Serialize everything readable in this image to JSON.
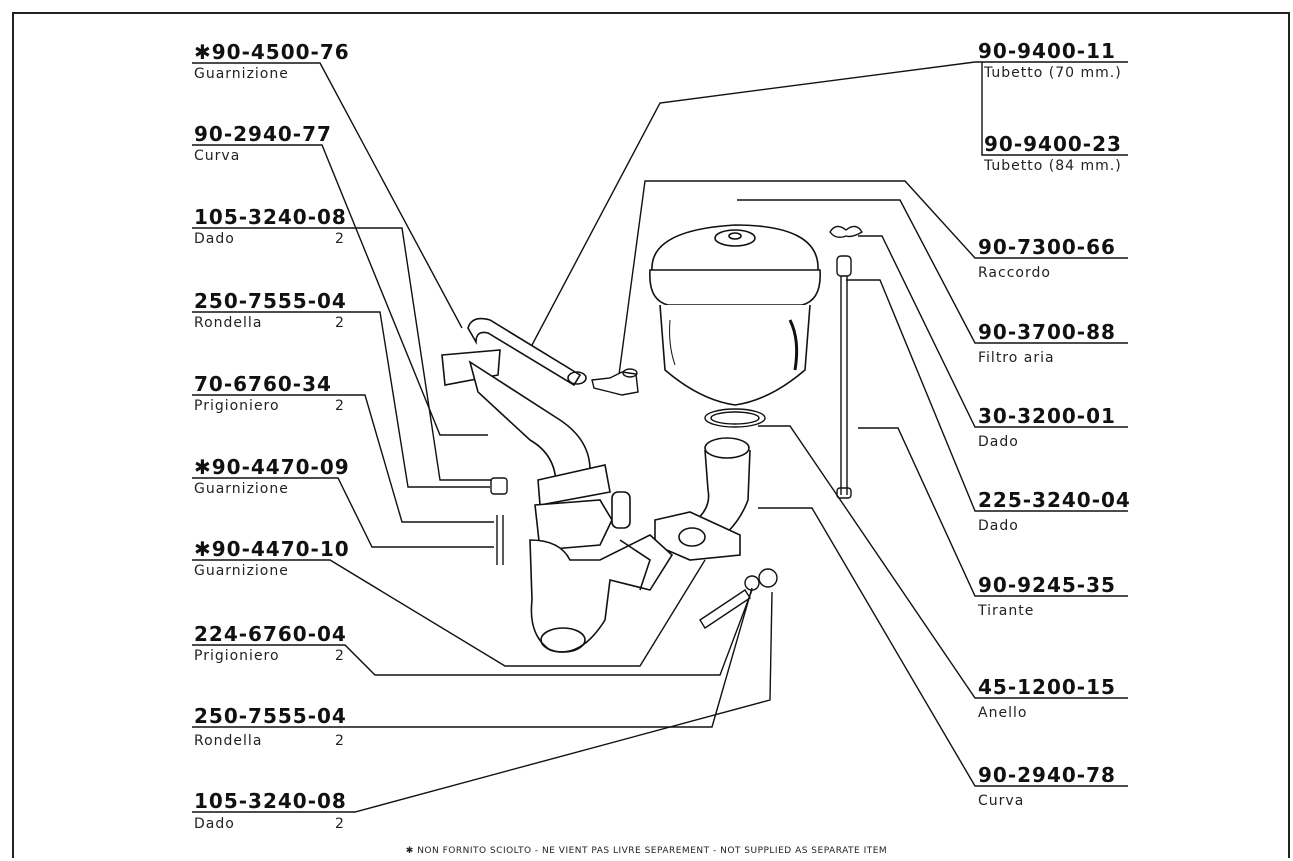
{
  "left_parts": [
    {
      "number": "✱90-4500-76",
      "name": "Guarnizione",
      "qty": ""
    },
    {
      "number": "90-2940-77",
      "name": "Curva",
      "qty": ""
    },
    {
      "number": "105-3240-08",
      "name": "Dado",
      "qty": "2"
    },
    {
      "number": "250-7555-04",
      "name": "Rondella",
      "qty": "2"
    },
    {
      "number": "70-6760-34",
      "name": "Prigioniero",
      "qty": "2"
    },
    {
      "number": "✱90-4470-09",
      "name": "Guarnizione",
      "qty": ""
    },
    {
      "number": "✱90-4470-10",
      "name": "Guarnizione",
      "qty": ""
    },
    {
      "number": "224-6760-04",
      "name": "Prigioniero",
      "qty": "2"
    },
    {
      "number": "250-7555-04",
      "name": "Rondella",
      "qty": "2"
    },
    {
      "number": "105-3240-08",
      "name": "Dado",
      "qty": "2"
    }
  ],
  "right_parts": [
    {
      "number": "90-9400-11",
      "name": "Tubetto (70 mm.)"
    },
    {
      "number": "90-9400-23",
      "name": "Tubetto (84 mm.)"
    },
    {
      "number": "90-7300-66",
      "name": "Raccordo"
    },
    {
      "number": "90-3700-88",
      "name": "Filtro aria"
    },
    {
      "number": "30-3200-01",
      "name": "Dado"
    },
    {
      "number": "225-3240-04",
      "name": "Dado"
    },
    {
      "number": "90-9245-35",
      "name": "Tirante"
    },
    {
      "number": "45-1200-15",
      "name": "Anello"
    },
    {
      "number": "90-2940-78",
      "name": "Curva"
    }
  ],
  "footnote": "✱ NON FORNITO SCIOLTO - NE VIENT PAS LIVRE SEPAREMENT - NOT SUPPLIED AS SEPARATE ITEM"
}
